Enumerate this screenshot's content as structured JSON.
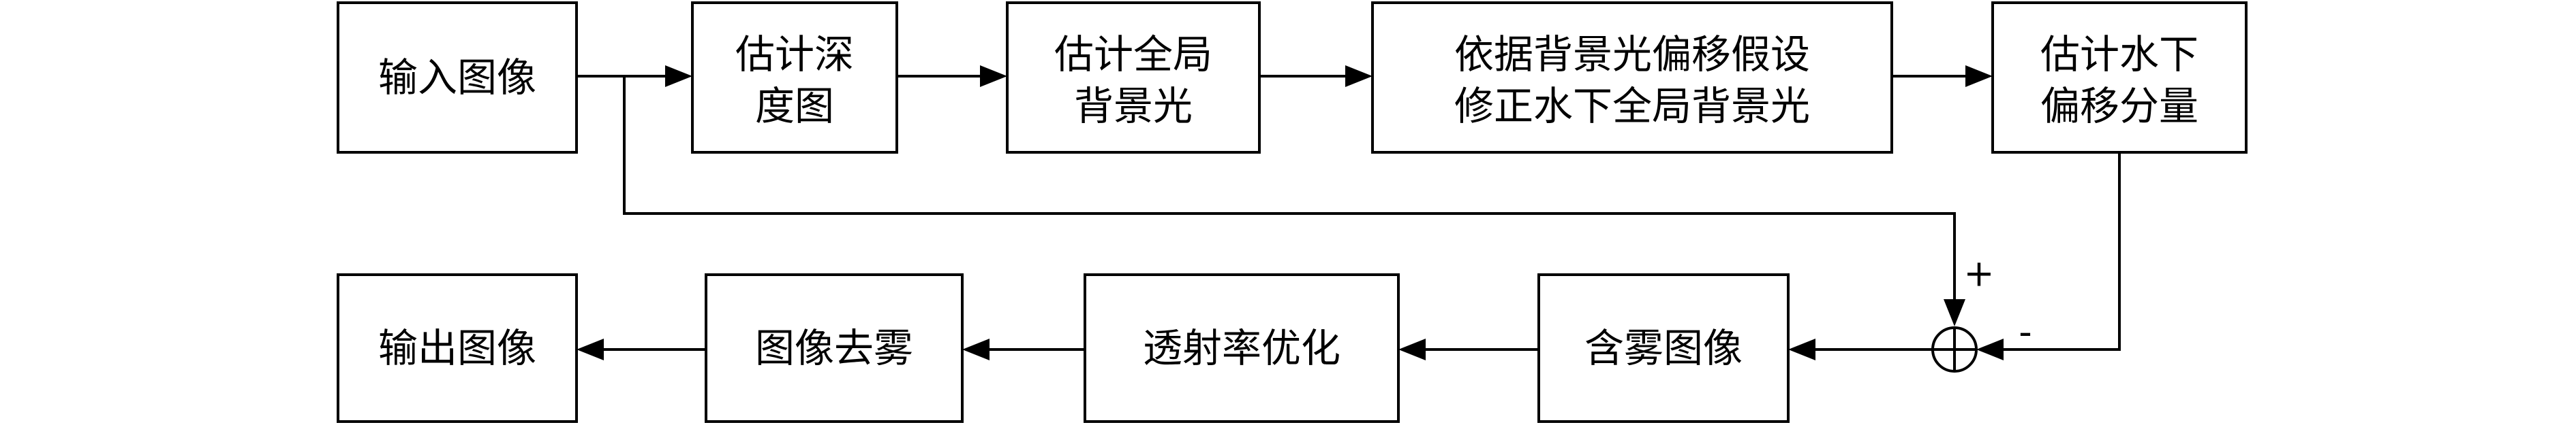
{
  "nodes": {
    "input_image": "输入图像",
    "depth_map": [
      "估计深",
      "度图"
    ],
    "global_background_light": [
      "估计全局",
      "背景光"
    ],
    "corrected_background_light": [
      "依据背景光偏移假设",
      "修正水下全局背景光"
    ],
    "underwater_offset": [
      "估计水下",
      "偏移分量"
    ],
    "hazy_image": "含雾图像",
    "transmission_optimization": "透射率优化",
    "image_dehazing": "图像去雾",
    "output_image": "输出图像"
  },
  "signs": {
    "plus": "+",
    "minus": "-"
  },
  "colors": {
    "stroke": "#000000",
    "background": "#ffffff"
  }
}
